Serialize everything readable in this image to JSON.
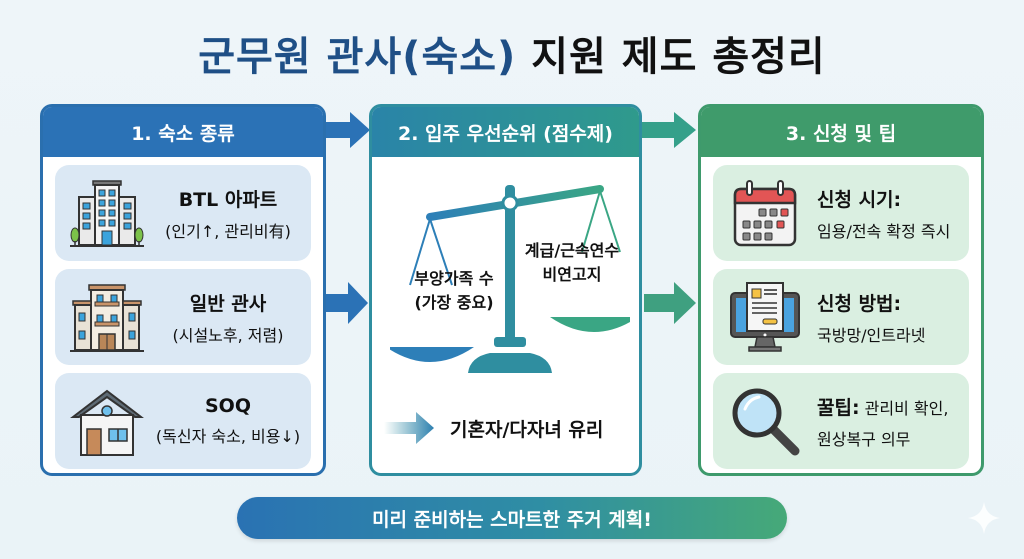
{
  "title": {
    "part1": "군무원 관사(숙소)",
    "part2": "지원 제도 총정리",
    "colors": {
      "part1": "#1f4f86",
      "part2": "#111111"
    }
  },
  "columns": [
    {
      "header": "1. 숙소 종류",
      "color": "#2b72b6",
      "cards": [
        {
          "icon": "apartment-building-icon",
          "main": "BTL 아파트",
          "sub": "(인기↑, 관리비有)"
        },
        {
          "icon": "old-building-icon",
          "main": "일반 관사",
          "sub": "(시설노후, 저렴)"
        },
        {
          "icon": "house-icon",
          "main": "SOQ",
          "sub": "(독신자 숙소, 비용↓)"
        }
      ]
    },
    {
      "header": "2. 입주 우선순위 (점수제)",
      "color": "#2f8ea0",
      "scale": {
        "icon": "balance-scale-icon",
        "left_label": [
          "부양가족 수",
          "(가장 중요)"
        ],
        "right_label": [
          "계급/근속연수",
          "비연고지"
        ]
      },
      "bottom": {
        "icon": "arrow-right-icon",
        "text": "기혼자/다자녀 유리"
      }
    },
    {
      "header": "3. 신청 및 팁",
      "color": "#3f9b6b",
      "cards": [
        {
          "icon": "calendar-icon",
          "main": "신청 시기:",
          "main_rest": "",
          "sub": "임용/전속 확정 즉시"
        },
        {
          "icon": "computer-monitor-icon",
          "main": "신청 방법:",
          "main_rest": "",
          "sub": "국방망/인트라넷"
        },
        {
          "icon": "magnifying-glass-icon",
          "main": "꿀팁:",
          "main_rest": " 관리비 확인,",
          "sub": "원상복구 의무"
        }
      ]
    }
  ],
  "arrows": [
    {
      "icon": "arrow-right-icon",
      "color": "#2b72b6"
    },
    {
      "icon": "arrow-right-icon",
      "color": "#3a9a86"
    }
  ],
  "banner": {
    "text": "미리 준비하는 스마트한 주거 계획!"
  },
  "watermark": {
    "icon": "sparkle-icon"
  }
}
